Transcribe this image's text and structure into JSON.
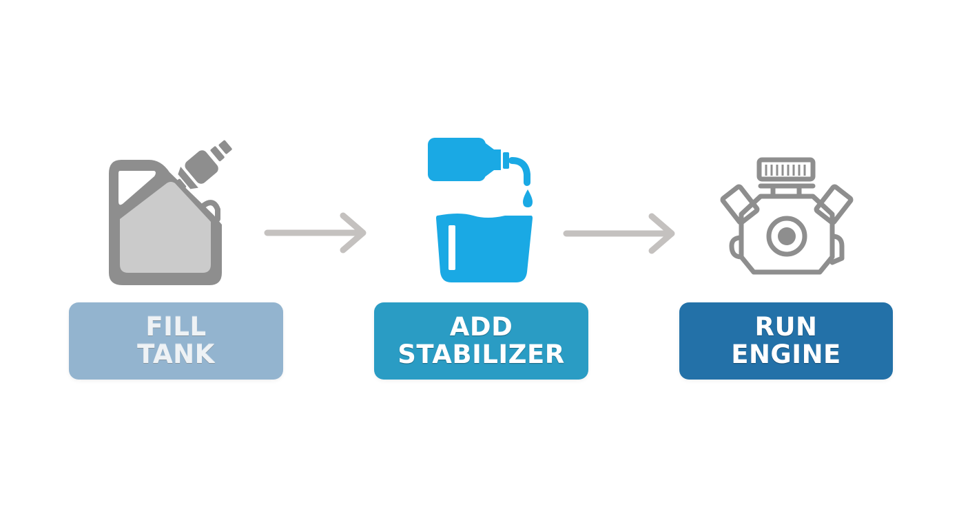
{
  "diagram": {
    "type": "process-flow",
    "steps": [
      {
        "id": "fill-tank",
        "label_line1": "FILL",
        "label_line2": "TANK",
        "icon": "gas-can-icon",
        "icon_color": "#8e8e8e",
        "label_bg": "#93b4cf"
      },
      {
        "id": "add-stabilizer",
        "label_line1": "ADD",
        "label_line2": "STABILIZER",
        "icon": "bottle-pouring-into-cup-icon",
        "icon_color": "#1aa9e4",
        "label_bg": "#2a9cc4"
      },
      {
        "id": "run-engine",
        "label_line1": "RUN",
        "label_line2": "ENGINE",
        "icon": "engine-icon",
        "icon_color": "#8e8e8e",
        "label_bg": "#2371a8"
      }
    ],
    "connectors": [
      {
        "from": "fill-tank",
        "to": "add-stabilizer",
        "icon": "arrow-right-icon",
        "color": "#c4c1bf"
      },
      {
        "from": "add-stabilizer",
        "to": "run-engine",
        "icon": "arrow-right-icon",
        "color": "#c4c1bf"
      }
    ]
  }
}
